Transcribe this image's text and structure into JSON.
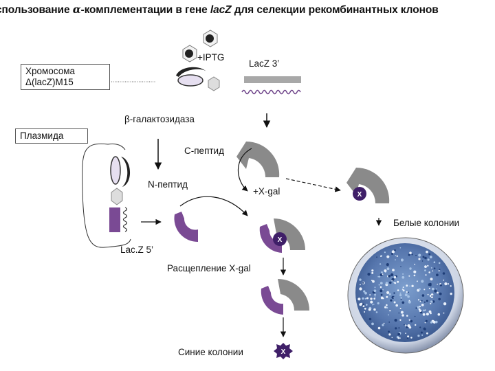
{
  "title": {
    "prefix": "спользование ",
    "alpha": "α",
    "middle": "-комплементации в гене ",
    "gene": "lacZ",
    "suffix": " для селекции рекомбинантных клонов"
  },
  "labels": {
    "chromosome_line1": "Хромосома",
    "chromosome_line2": "Δ(lacZ)M15",
    "plasmid": "Плазмида",
    "iptg": "+IPTG",
    "lacz3": "LacZ 3’",
    "beta_gal": "β-галактозидаза",
    "c_peptide": "C-пептид",
    "n_peptide": "N-пептид",
    "xgal": "+X-gal",
    "white_colonies": "Белые колонии",
    "lacz5": "Lac.Z 5’",
    "xgal_cleavage": "Расщепление X-gal",
    "blue_colonies": "Синие колонии",
    "x_mark": "X"
  },
  "colors": {
    "n_peptide_purple": "#7a4a94",
    "c_peptide_gray": "#8a8a8a",
    "x_circle": "#3f1f68",
    "plate_blue": "#5d83b6",
    "plate_rim": "#c9d2e2"
  }
}
